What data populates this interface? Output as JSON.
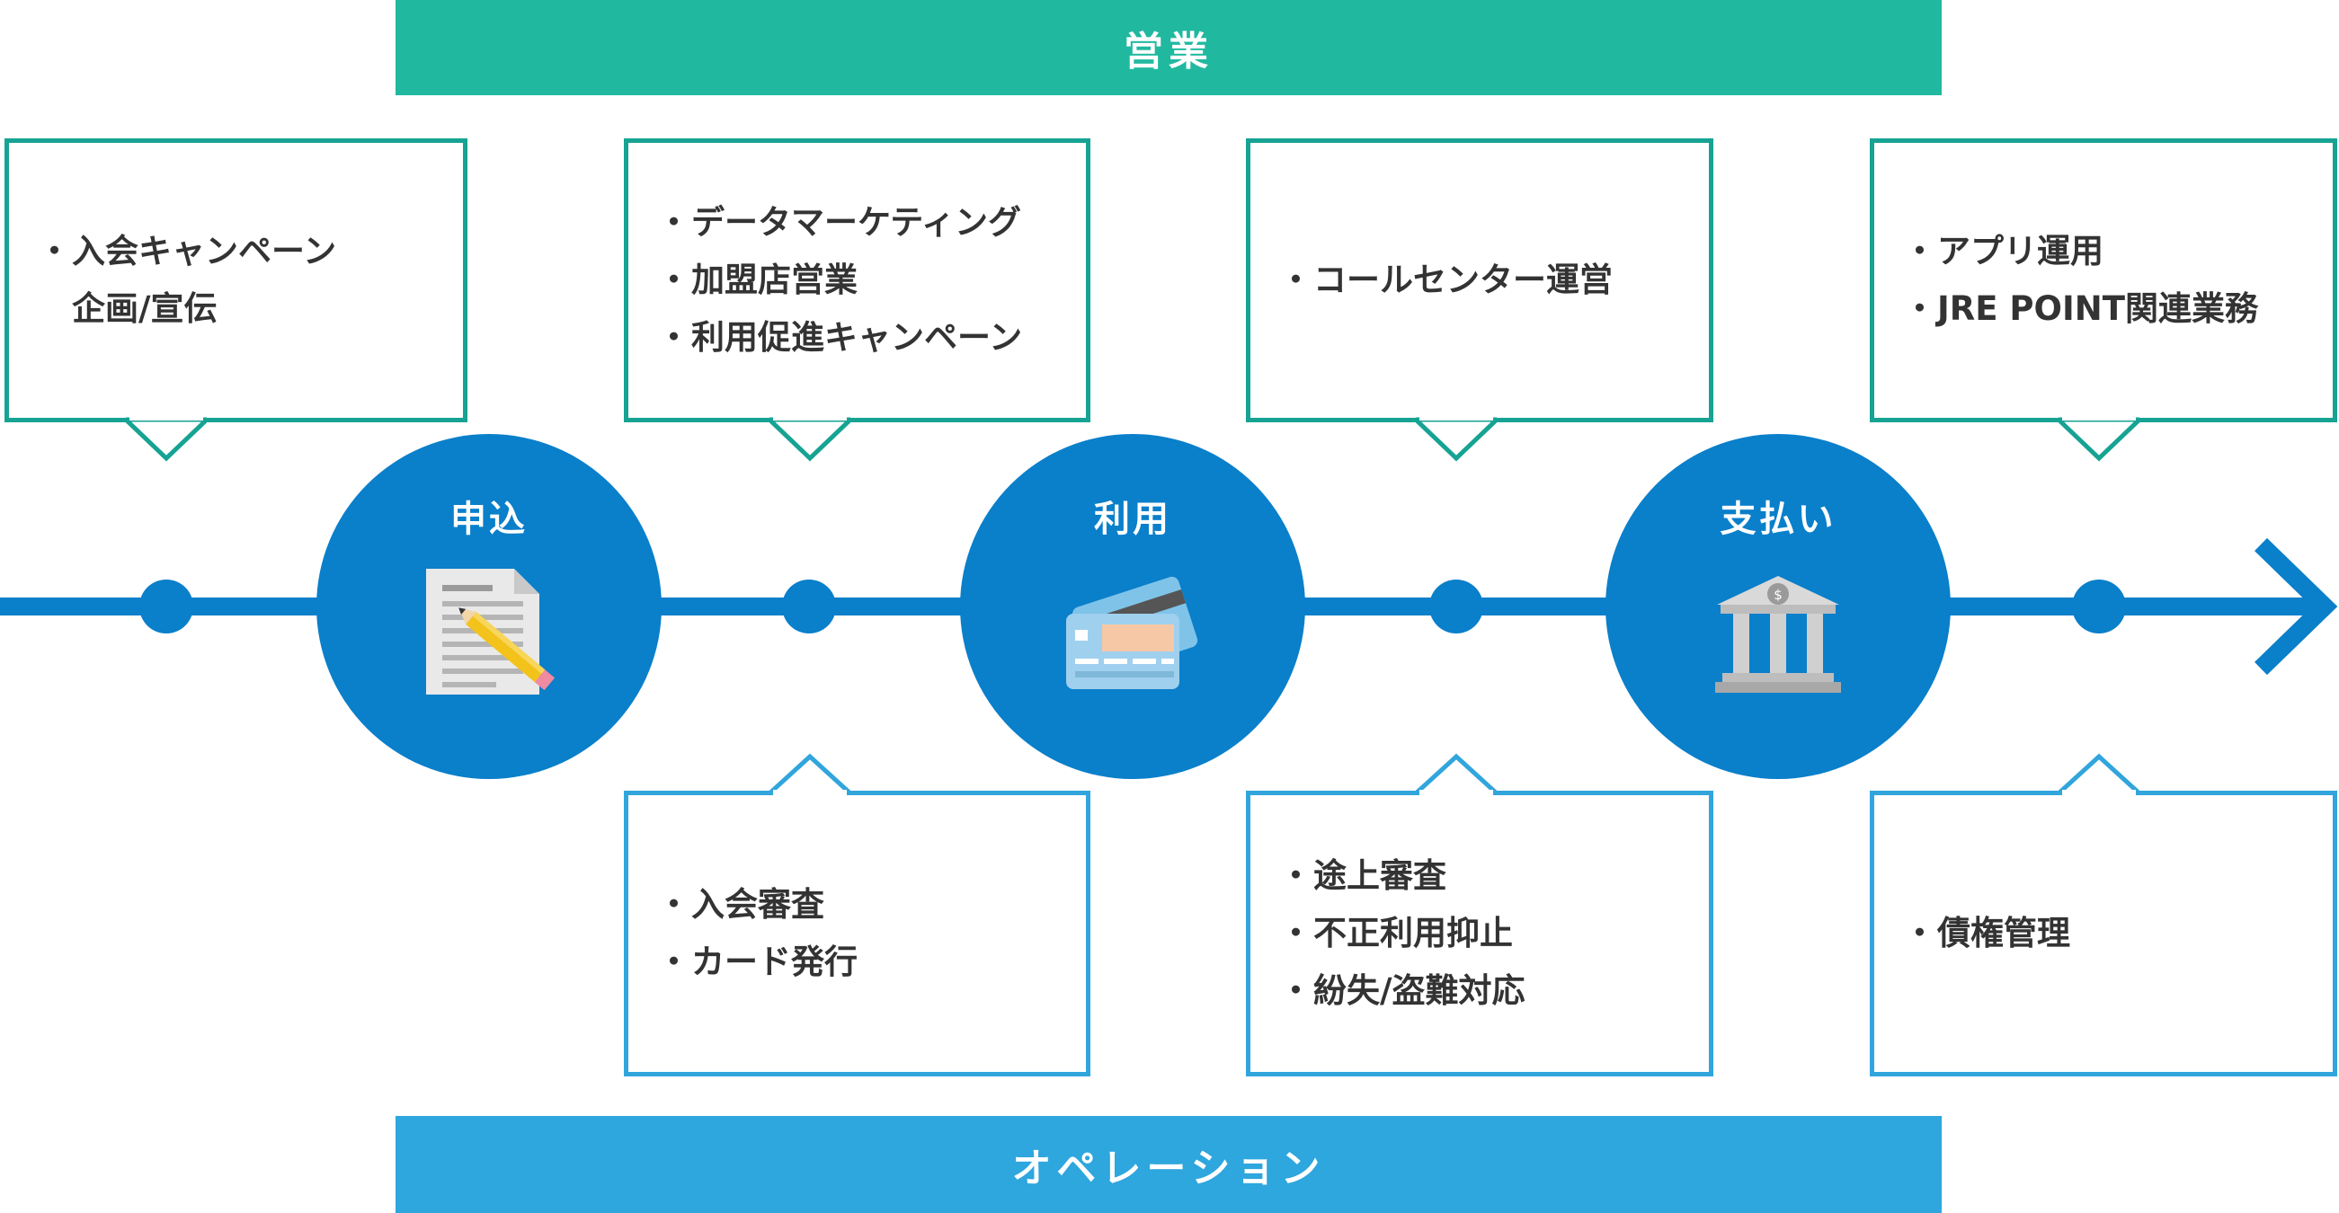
{
  "bands": {
    "top": "営業",
    "bottom": "オペレーション"
  },
  "stages": [
    {
      "label": "申込",
      "icon": "application-document-icon"
    },
    {
      "label": "利用",
      "icon": "credit-card-icon"
    },
    {
      "label": "支払い",
      "icon": "bank-icon"
    }
  ],
  "sales_boxes": [
    {
      "items": [
        {
          "line1": "入会キャンペーン",
          "line2": "企画/宣伝"
        }
      ]
    },
    {
      "items": [
        {
          "line1": "データマーケティング"
        },
        {
          "line1": "加盟店営業"
        },
        {
          "line1": "利用促進キャンペーン"
        }
      ]
    },
    {
      "items": [
        {
          "line1": "コールセンター運営"
        }
      ]
    },
    {
      "items": [
        {
          "line1": "アプリ運用"
        },
        {
          "line1": "JRE POINT関連業務"
        }
      ]
    }
  ],
  "operation_boxes": [
    {
      "items": [
        {
          "line1": "入会審査"
        },
        {
          "line1": "カード発行"
        }
      ]
    },
    {
      "items": [
        {
          "line1": "途上審査"
        },
        {
          "line1": "不正利用抑止"
        },
        {
          "line1": "紛失/盗難対応"
        }
      ]
    },
    {
      "items": [
        {
          "line1": "債権管理"
        }
      ]
    }
  ],
  "colors": {
    "sales_band": "#20b9a0",
    "sales_border": "#16a393",
    "operation_band": "#2ea6de",
    "operation_border": "#31a5dc",
    "stage_circle": "#0a7fca",
    "timeline": "#0a7fca"
  }
}
